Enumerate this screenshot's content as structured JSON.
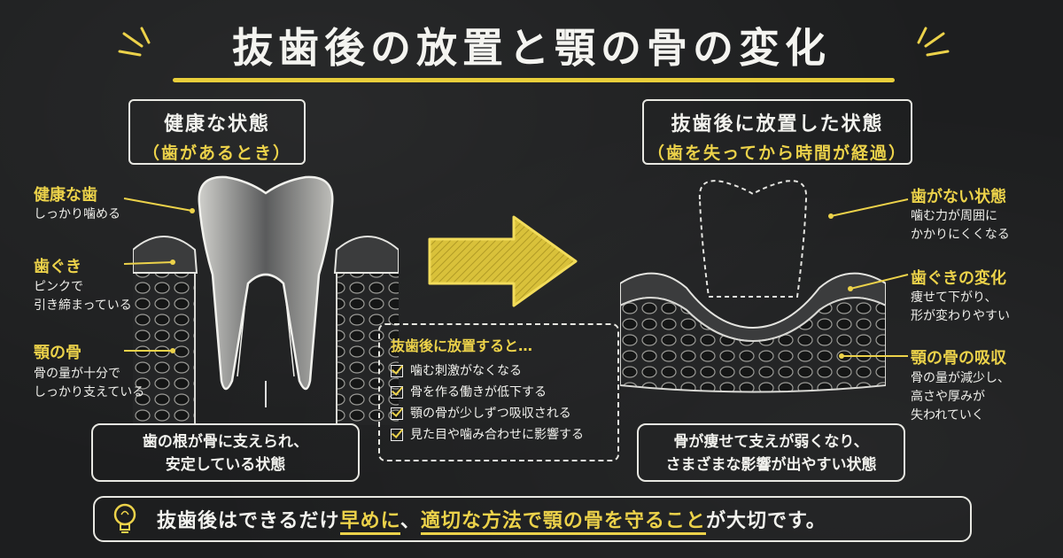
{
  "title": "抜歯後の放置と顎の骨の変化",
  "left_panel": {
    "heading": "健康な状態",
    "subheading": "（歯があるとき）",
    "labels": [
      {
        "title": "健康な歯",
        "desc": [
          "しっかり噛める"
        ]
      },
      {
        "title": "歯ぐき",
        "desc": [
          "ピンクで",
          "引き締まっている"
        ]
      },
      {
        "title": "顎の骨",
        "desc": [
          "骨の量が十分で",
          "しっかり支えている"
        ]
      }
    ],
    "bottom_note": [
      "歯の根が骨に支えられ、",
      "安定している状態"
    ]
  },
  "middle_panel": {
    "title": "抜歯後に放置すると…",
    "items": [
      "噛む刺激がなくなる",
      "骨を作る働きが低下する",
      "顎の骨が少しずつ吸収される",
      "見た目や噛み合わせに影響する"
    ]
  },
  "right_panel": {
    "heading": "抜歯後に放置した状態",
    "subheading": "（歯を失ってから時間が経過）",
    "labels": [
      {
        "title": "歯がない状態",
        "desc": [
          "噛む力が周囲に",
          "かかりにくくなる"
        ]
      },
      {
        "title": "歯ぐきの変化",
        "desc": [
          "痩せて下がり、",
          "形が変わりやすい"
        ]
      },
      {
        "title": "顎の骨の吸収",
        "desc": [
          "骨の量が減少し、",
          "高さや厚みが",
          "失われていく"
        ]
      }
    ],
    "bottom_note": [
      "骨が痩せて支えが弱くなり、",
      "さまざまな影響が出やすい状態"
    ]
  },
  "footer": {
    "icon": "lightbulb-icon",
    "part1": "抜歯後はできるだけ",
    "highlight1": "早めに",
    "part2": "、",
    "highlight2": "適切な方法で顎の骨を守ること",
    "part3": "が大切です。"
  },
  "colors": {
    "background": "#1d1e1f",
    "accent_yellow": "#ecd24a",
    "chalk_white": "#f2f2ee"
  }
}
